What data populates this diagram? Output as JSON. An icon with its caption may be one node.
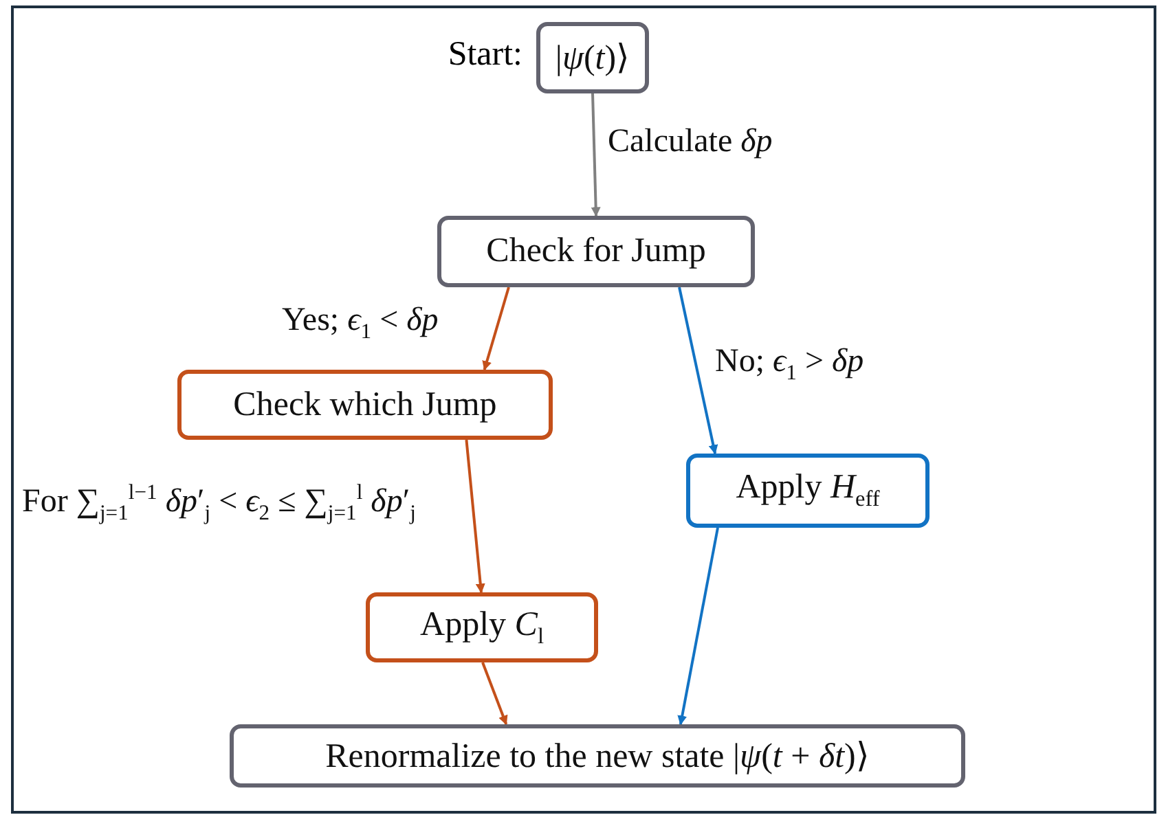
{
  "diagram": {
    "nodes": [
      {
        "text": [
          "|*ψ*(*t*)⟩"
        ],
        "beside": [
          "Start:"
        ]
      },
      {
        "text": [
          "Check for Jump"
        ]
      },
      {
        "text": [
          "Check which Jump"
        ]
      },
      {
        "text": [
          "Apply *H*$_{eff}$"
        ]
      },
      {
        "text": [
          "Apply *C*$_{l}$"
        ]
      },
      {
        "text": [
          "Renormalize to the new state |*ψ*(*t* + *δt*)⟩"
        ]
      }
    ],
    "edges": [
      {
        "from": 0,
        "to": 1,
        "arrow": "to",
        "label": "Calculate *δp*",
        "color": "#808080"
      },
      {
        "from": 1,
        "to": 2,
        "arrow": "to",
        "label": "Yes; *ϵ*$_{1}$ < *δp*"
      },
      {
        "from": 1,
        "to": 3,
        "arrow": "to",
        "label": "No; *ϵ*$_{1}$ > *δp*",
        "color": "#1273c4"
      },
      {
        "from": 2,
        "to": 4,
        "arrow": "to",
        "label": "For ∑$_{j=1}$$^{l−1}$ *δp*′$_{j}$ < *ϵ*$_{2}$ ≤ ∑$_{j=1}$$^{l}$ *δp*′$_{j}$"
      },
      {
        "from": 4,
        "to": 5,
        "arrow": "to"
      },
      {
        "from": 3,
        "to": 5,
        "arrow": "to",
        "color": "#1273c4"
      }
    ]
  }
}
